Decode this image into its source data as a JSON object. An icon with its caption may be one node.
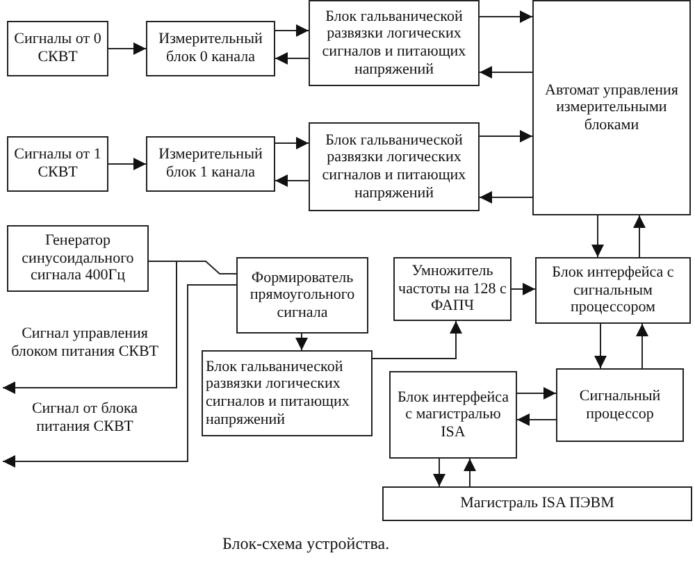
{
  "diagram": {
    "caption": "Блок-схема устройства.",
    "nodes": [
      {
        "text": [
          "Сигналы от 0 СКВТ"
        ]
      },
      {
        "text": [
          "Измерительный блок 0 канала"
        ]
      },
      {
        "text": [
          "Блок гальванической развязки логических сигналов и питающих напряжений"
        ]
      },
      {
        "text": [
          "Автомат управления измерительными блоками"
        ]
      },
      {
        "text": [
          "Сигналы от 1 СКВТ"
        ]
      },
      {
        "text": [
          "Измерительный блок 1 канала"
        ]
      },
      {
        "text": [
          "Блок гальванической развязки логических сигналов и питающих напряжений"
        ]
      },
      {
        "text": [
          "Генератор синусоидального сигнала 400Гц"
        ]
      },
      {
        "text": [
          "Формирователь прямоугольного сигнала"
        ]
      },
      {
        "text": [
          "Блок гальванической развязки логических сигналов и питающих напряжений"
        ]
      },
      {
        "text": [
          "Умножитель частоты на 128 с ФАПЧ"
        ]
      },
      {
        "text": [
          "Блок интерфейса с сигнальным процессором"
        ]
      },
      {
        "text": [
          "Блок интерфейса с магистралью ISA"
        ]
      },
      {
        "text": [
          "Сигнальный процессор"
        ]
      },
      {
        "text": [
          "Магистраль ISA ПЭВМ"
        ]
      }
    ],
    "edges": [
      {
        "from": 0,
        "to": 1,
        "arrow": "to"
      },
      {
        "from": 1,
        "to": 2,
        "arrow": "to"
      },
      {
        "from": 2,
        "to": 1,
        "arrow": "to"
      },
      {
        "from": 2,
        "to": 3,
        "arrow": "to"
      },
      {
        "from": 3,
        "to": 2,
        "arrow": "to"
      },
      {
        "from": 4,
        "to": 5,
        "arrow": "to"
      },
      {
        "from": 5,
        "to": 6,
        "arrow": "to"
      },
      {
        "from": 6,
        "to": 5,
        "arrow": "to"
      },
      {
        "from": 6,
        "to": 3,
        "arrow": "to"
      },
      {
        "from": 3,
        "to": 6,
        "arrow": "to"
      },
      {
        "from": 7,
        "to": 8,
        "arrow": "none"
      },
      {
        "from": 7,
        "to": null,
        "arrow": "to",
        "label": "Сигнал управления блоком питания СКВТ"
      },
      {
        "from": 8,
        "to": null,
        "arrow": "to",
        "label": "Сигнал от блока питания СКВТ"
      },
      {
        "from": 8,
        "to": 9,
        "arrow": "to"
      },
      {
        "from": 9,
        "to": 10,
        "arrow": "to"
      },
      {
        "from": 10,
        "to": 11,
        "arrow": "to"
      },
      {
        "from": 3,
        "to": 11,
        "arrow": "to"
      },
      {
        "from": 11,
        "to": 3,
        "arrow": "to"
      },
      {
        "from": 11,
        "to": 13,
        "arrow": "to"
      },
      {
        "from": 13,
        "to": 11,
        "arrow": "to"
      },
      {
        "from": 12,
        "to": 13,
        "arrow": "to"
      },
      {
        "from": 13,
        "to": 12,
        "arrow": "to"
      },
      {
        "from": 12,
        "to": 14,
        "arrow": "to"
      },
      {
        "from": 14,
        "to": 12,
        "arrow": "to"
      }
    ]
  }
}
